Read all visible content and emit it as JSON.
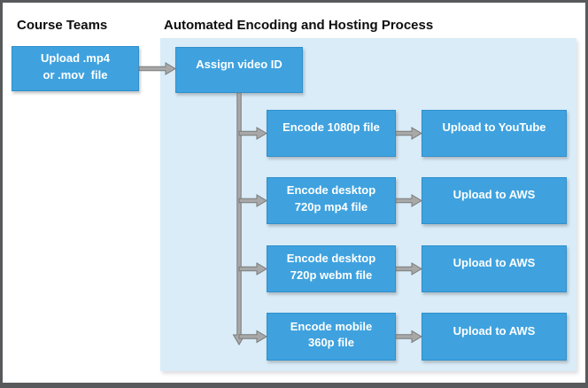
{
  "headers": {
    "left": "Course Teams",
    "right": "Automated Encoding and Hosting Process"
  },
  "source_box": {
    "label": "Upload .mp4\nor .mov  file"
  },
  "assign_box": {
    "label": "Assign video ID"
  },
  "rows": [
    {
      "encode": "Encode 1080p file",
      "upload": "Upload to YouTube"
    },
    {
      "encode": "Encode desktop\n720p mp4 file",
      "upload": "Upload to AWS"
    },
    {
      "encode": "Encode desktop\n720p webm file",
      "upload": "Upload to AWS"
    },
    {
      "encode": "Encode mobile\n360p file",
      "upload": "Upload to AWS"
    }
  ],
  "colors": {
    "box_blue": "#3FA2DF",
    "box_border_blue": "#2F90CD",
    "panel_blue": "#D9ECF8",
    "arrow_gray": "#A8A8A8",
    "arrow_outline_gray": "#7A7A7A",
    "frame_gray": "#58595B",
    "box_text": "#FFFFFF",
    "header_text": "#0D0D0D"
  }
}
